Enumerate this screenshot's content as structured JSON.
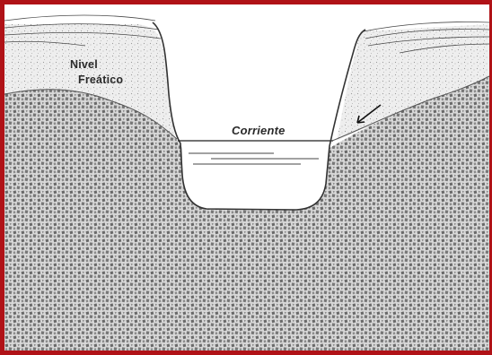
{
  "labels": {
    "water_table_line1": "Nivel",
    "water_table_line2": "Freático",
    "stream": "Corriente"
  },
  "colors": {
    "frame_border": "#b01217",
    "ground_fill": "#a9a9a9",
    "soil_fill": "#e6e6e6",
    "outline": "#3a3a3a",
    "water": "#ffffff"
  },
  "icons": {
    "arrow": "arrow-pointing-down-left-icon"
  }
}
